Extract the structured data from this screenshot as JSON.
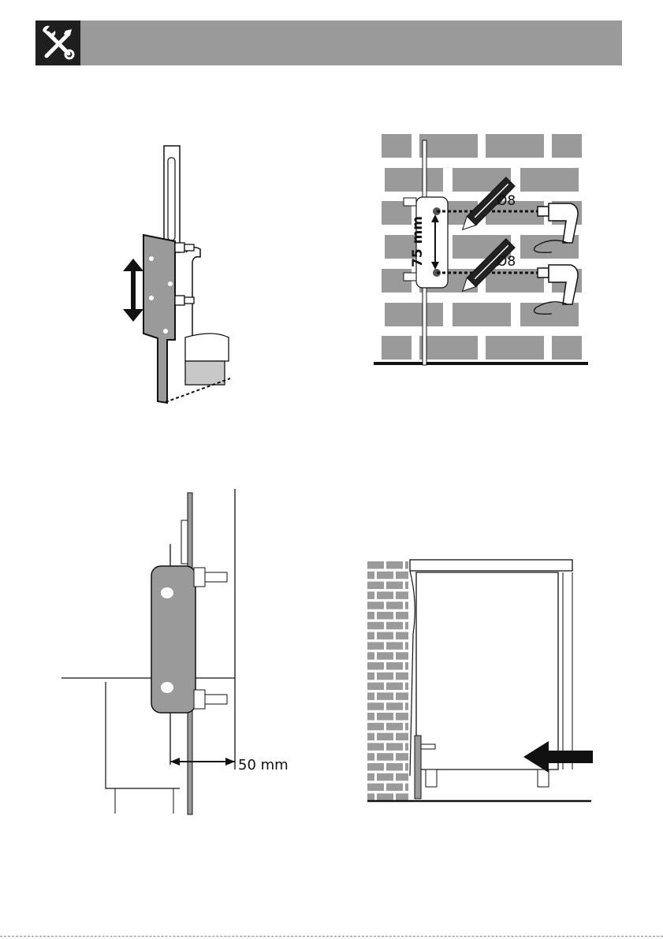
{
  "header": {
    "icon": "wrench-screwdriver-icon",
    "colors": {
      "bar": "#9a9a9a",
      "icon_bg": "#1f1f1f",
      "icon_fg": "#ffffff"
    }
  },
  "figures": {
    "fig1": {
      "icon": "height-adjust-arrow-icon"
    },
    "fig2": {
      "hole_top_label": "Ø8",
      "hole_bottom_label": "Ø8",
      "spacing_label": "75 mm",
      "brick_color": "#9a9a9a"
    },
    "fig3": {
      "offset_label": "50 mm"
    },
    "fig4": {
      "icon": "push-arrow-icon"
    }
  }
}
